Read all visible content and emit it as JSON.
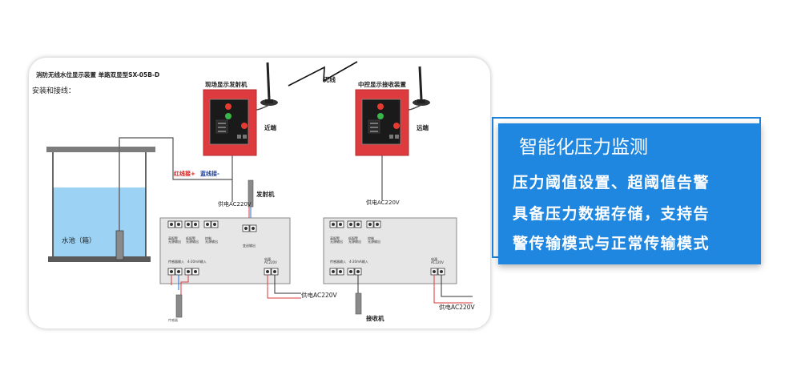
{
  "diagram": {
    "title": "消防无线水位显示装置 单路双显型SX-05B-D",
    "subtitle": "安装和接线：",
    "tank_label": "水池（箱）",
    "transmitter_box_label": "现场显示发射机",
    "receiver_box_label": "中控显示接收装置",
    "wireless_label": "无线",
    "near_end_label": "近端",
    "far_end_label": "远端",
    "wire_red_label": "红线接+",
    "wire_blue_label": "蓝线接-",
    "power_label_1": "供电AC220V",
    "power_label_2": "供电AC220V",
    "power_label_3": "供电AC220V",
    "power_label_4": "供电AC220V",
    "transmitter_label": "发射机",
    "receiver_label": "接收机",
    "sensor_label": "传感器",
    "board_small_1": "高报警\n无源输出",
    "board_small_2": "低报警\n无源输出",
    "board_small_3": "控制\n无源输出",
    "board_small_4": "变送输出",
    "board_small_5": "传感器输入",
    "board_small_6": "4-20mA输入",
    "board_small_7": "电源\nAC220V"
  },
  "features": {
    "title": "智能化压力监测",
    "lines": [
      "压力阈值设置、超阈值告警",
      "具备压力数据存储，支持告",
      "警传输模式与正常传输模式"
    ]
  },
  "colors": {
    "box_red": "#dd3b3d",
    "water_blue": "#9cd2f3",
    "card_blue": "#1f87e0"
  }
}
